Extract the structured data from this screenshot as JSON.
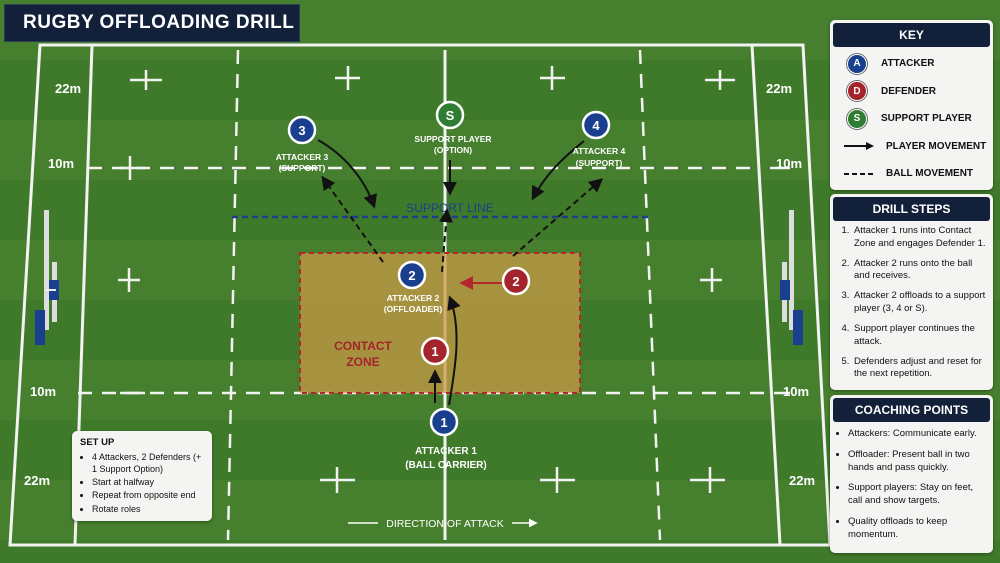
{
  "title": "RUGBY OFFLOADING DRILL",
  "pitch": {
    "line_labels": {
      "left_22_top": "22m",
      "left_10_top": "10m",
      "left_10_bottom": "10m",
      "left_22_bottom": "22m",
      "right_22_top": "22m",
      "right_10_top": "10m",
      "right_10_bottom": "10m",
      "right_22_bottom": "22m"
    },
    "support_line_label": "SUPPORT LINE",
    "contact_zone_label_1": "CONTACT",
    "contact_zone_label_2": "ZONE",
    "direction_label": "DIRECTION OF ATTACK"
  },
  "players": {
    "attacker1": {
      "letter": "1",
      "label_1": "ATTACKER 1",
      "label_2": "(BALL CARRIER)"
    },
    "attacker2": {
      "letter": "2",
      "label_1": "ATTACKER 2",
      "label_2": "(OFFLOADER)"
    },
    "attacker3": {
      "letter": "3",
      "label_1": "ATTACKER 3",
      "label_2": "(SUPPORT)"
    },
    "attacker4": {
      "letter": "4",
      "label_1": "ATTACKER 4",
      "label_2": "(SUPPORT)"
    },
    "support": {
      "letter": "S",
      "label_1": "SUPPORT PLAYER",
      "label_2": "(OPTION)"
    },
    "defender1": {
      "letter": "1"
    },
    "defender2": {
      "letter": "2"
    }
  },
  "colors": {
    "attacker": "#1a3f8f",
    "defender": "#a3242a",
    "support": "#2f7d32",
    "panel_header": "#13203a",
    "grass_light": "#4a8a30",
    "grass_dark": "#3d7527"
  },
  "key": {
    "heading": "KEY",
    "items": [
      {
        "symbol": "A",
        "label": "ATTACKER",
        "color": "#1a3f8f"
      },
      {
        "symbol": "D",
        "label": "DEFENDER",
        "color": "#a3242a"
      },
      {
        "symbol": "S",
        "label": "SUPPORT PLAYER",
        "color": "#2f7d32"
      },
      {
        "symbol": "solid-arrow",
        "label": "PLAYER MOVEMENT"
      },
      {
        "symbol": "dashed-line",
        "label": "BALL MOVEMENT"
      }
    ]
  },
  "drill_steps": {
    "heading": "DRILL STEPS",
    "steps": [
      "Attacker 1 runs into Contact Zone and engages Defender 1.",
      "Attacker 2 runs onto the ball and receives.",
      "Attacker 2 offloads to a support player (3, 4 or S).",
      "Support player continues the attack.",
      "Defenders adjust and reset for the next repetition."
    ]
  },
  "coaching_points": {
    "heading": "COACHING POINTS",
    "points": [
      "Attackers: Communicate early.",
      "Offloader: Present ball in two hands and pass quickly.",
      "Support players: Stay on feet, call and show targets.",
      "Quality offloads to keep momentum."
    ]
  },
  "setup": {
    "heading": "SET UP",
    "items": [
      "4 Attackers, 2 Defenders (+ 1 Support Option)",
      "Start at halfway",
      "Repeat from opposite end",
      "Rotate roles"
    ]
  }
}
